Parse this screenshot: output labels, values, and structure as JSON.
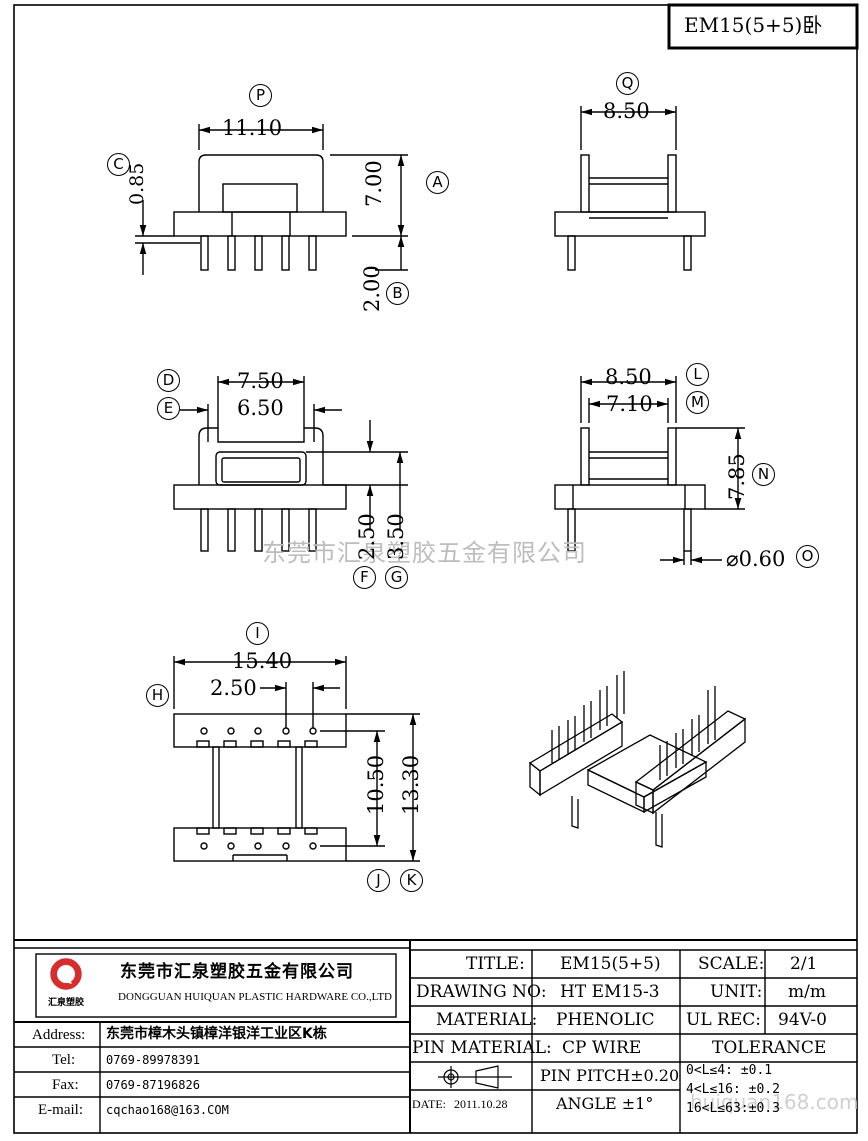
{
  "part_code": "EM15(5+5)卧",
  "dimensions": {
    "top_width": "11.10",
    "top_height": "7.00",
    "flange": "0.85",
    "pin_length": "2.00",
    "side_width": "8.50",
    "front_outer": "7.50",
    "front_inner": "6.50",
    "front_h1": "2.50",
    "front_h2": "3.50",
    "right_outer": "8.50",
    "right_inner": "7.10",
    "right_height": "7.85",
    "pin_dia": "⌀0.60",
    "bottom_width": "15.40",
    "bottom_pitch": "2.50",
    "bottom_inner": "10.50",
    "bottom_outer": "13.30"
  },
  "markers": {
    "A": "A",
    "B": "B",
    "C": "C",
    "D": "D",
    "E": "E",
    "F": "F",
    "G": "G",
    "H": "H",
    "I": "I",
    "J": "J",
    "K": "K",
    "L": "L",
    "M": "M",
    "N": "N",
    "O": "O",
    "P": "P",
    "Q": "Q"
  },
  "watermark": "东莞市汇泉塑胶五金有限公司",
  "watermark_url": "huiquan168.com",
  "company": {
    "logo_letters": "Q",
    "logo_caption": "汇泉塑胶",
    "name_cn": "东莞市汇泉塑胶五金有限公司",
    "name_en": "DONGGUAN HUIQUAN PLASTIC HARDWARE CO.,LTD"
  },
  "contact": {
    "address_label": "Address:",
    "address": "东莞市樟木头镇樟洋银洋工业区K栋",
    "tel_label": "Tel:",
    "tel": "0769-89978391",
    "fax_label": "Fax:",
    "fax": "0769-87196826",
    "email_label": "E-mail:",
    "email": "cqchao168@163.COM"
  },
  "title_block": {
    "title_label": "TITLE:",
    "title": "EM15(5+5)",
    "scale_label": "SCALE:",
    "scale": "2/1",
    "drawing_no_label": "DRAWING NO:",
    "drawing_no": "HT EM15-3",
    "unit_label": "UNIT:",
    "unit": "m/m",
    "material_label": "MATERIAL:",
    "material": "PHENOLIC",
    "ul_label": "UL REC:",
    "ul": "94V-0",
    "pin_material_label": "PIN MATERIAL:",
    "pin_material": "CP WIRE",
    "tolerance_label": "TOLERANCE",
    "date_label": "DATE:",
    "date": "2011.10.28",
    "pin_pitch": "PIN PITCH±0.20",
    "angle": "ANGLE   ±1°",
    "tol1": "0<L≤4:   ±0.1",
    "tol2": "4<L≤16: ±0.2",
    "tol3": "16<L≤63:±0.3"
  }
}
